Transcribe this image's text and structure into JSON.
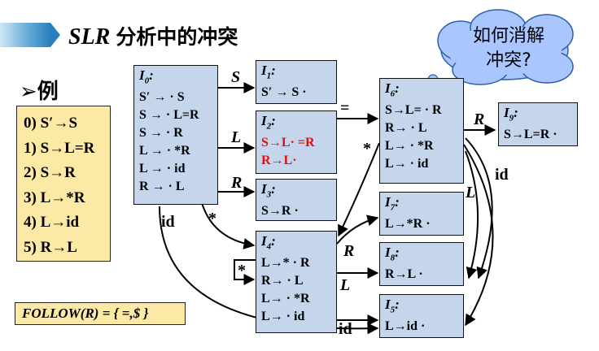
{
  "title": {
    "en": "SLR",
    "zh": "分析中的冲突"
  },
  "bullet": "例",
  "grammar": [
    "0) S′→S",
    "1) S→L=R",
    "2) S→R",
    "3) L→*R",
    "4) L→id",
    "5) R→L"
  ],
  "follow": "FOLLOW(R) = { =,$ }",
  "cloud": {
    "line1": "如何消解",
    "line2": "冲突?"
  },
  "states": {
    "I0": {
      "sub": "0",
      "items": [
        "S′ → · S",
        "S → · L=R",
        "S → · R",
        "L → · *R",
        "L → · id",
        "R → · L"
      ]
    },
    "I1": {
      "sub": "1",
      "items": [
        "S′ → S ·"
      ]
    },
    "I2": {
      "sub": "2",
      "items": [
        "S→L· =R",
        "R→L·"
      ]
    },
    "I3": {
      "sub": "3",
      "items": [
        "S→R ·"
      ]
    },
    "I4": {
      "sub": "4",
      "items": [
        "L→* · R",
        "R→ · L",
        "L→ · *R",
        "L→ · id"
      ]
    },
    "I5": {
      "sub": "5",
      "items": [
        "L→id ·"
      ]
    },
    "I6": {
      "sub": "6",
      "items": [
        "S→L= · R",
        "R→ · L",
        "L→ · *R",
        "L→ · id"
      ]
    },
    "I7": {
      "sub": "7",
      "items": [
        "L→*R ·"
      ]
    },
    "I8": {
      "sub": "8",
      "items": [
        "R→L ·"
      ]
    },
    "I9": {
      "sub": "9",
      "items": [
        "S→L=R ·"
      ]
    }
  },
  "edges": {
    "S": "S",
    "L": "L",
    "R": "R",
    "star": "*",
    "id": "id",
    "eq": "="
  },
  "colors": {
    "state_fill": "#c5d5ec",
    "grammar_fill": "#fde9a6",
    "conflict": "#e01010",
    "cloud_fill": "#aac6ff"
  }
}
